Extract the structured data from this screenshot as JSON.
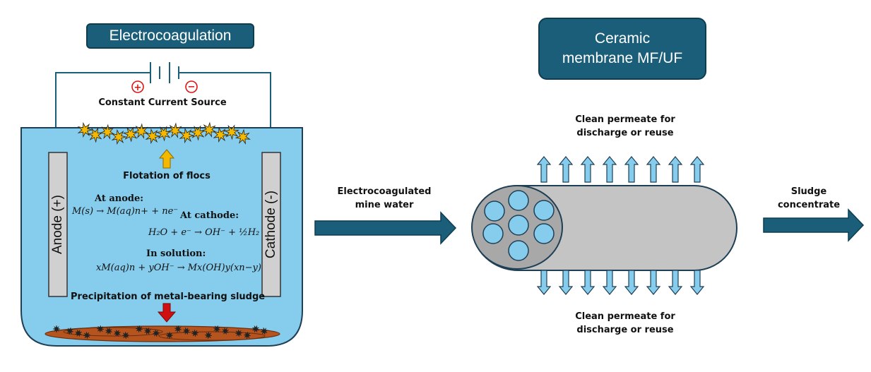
{
  "electrocoagulation": {
    "title": "Electrocoagulation",
    "power_source_label": "Constant Current Source",
    "plus_symbol": "+",
    "minus_symbol": "−",
    "flotation_label": "Flotation of flocs",
    "anode_label": "Anode (+)",
    "cathode_label": "Cathode (-)",
    "anode_heading": "At anode:",
    "anode_equation": "M(s) → M(aq)n+ + ne⁻",
    "cathode_heading": "At cathode:",
    "cathode_equation": "H₂O + e⁻ → OH⁻ + ½H₂",
    "solution_heading": "In solution:",
    "solution_equation": "xM(aq)n + yOH⁻ → Mx(OH)y(xn−y)",
    "precipitation_label": "Precipitation of metal-bearing sludge"
  },
  "flow": {
    "feed_label_line1": "Electrocoagulated",
    "feed_label_line2": "mine water",
    "sludge_label_line1": "Sludge",
    "sludge_label_line2": "concentrate"
  },
  "membrane": {
    "title_line1": "Ceramic",
    "title_line2": "membrane MF/UF",
    "permeate_top_line1": "Clean permeate for",
    "permeate_top_line2": "discharge or reuse",
    "permeate_bottom_line1": "Clean permeate for",
    "permeate_bottom_line2": "discharge or reuse"
  },
  "colors": {
    "tank_water": "#86ccec",
    "label_box": "#1a5e7a",
    "arrow_dark": "#1a5e7a",
    "electrode": "#d0d0d0",
    "sludge": "#b5541e",
    "flotation_arrow": "#f5b800",
    "precipitation_arrow": "#d01010",
    "membrane_body": "#c4c4c4",
    "channel": "#86ccec",
    "permeate_arrow": "#86ccec"
  }
}
